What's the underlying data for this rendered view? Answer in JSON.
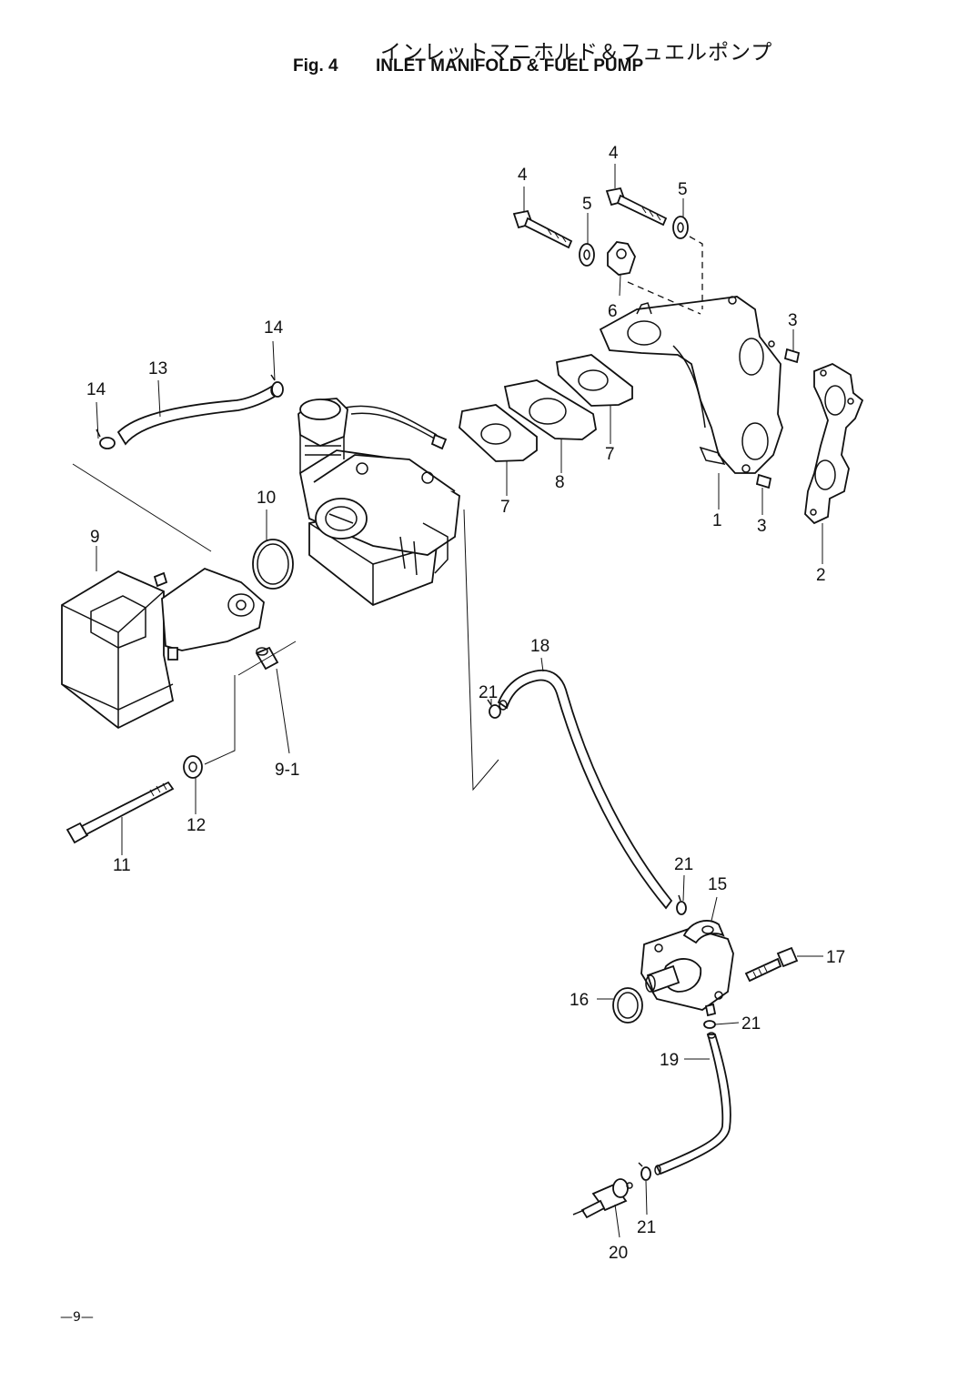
{
  "header": {
    "title_jp": "インレットマニホルド＆フュエルポンプ",
    "fig_label": "Fig. 4",
    "title_en": "INLET MANIFOLD & FUEL PUMP"
  },
  "callouts": {
    "c1": "1",
    "c2": "2",
    "c3a": "3",
    "c3b": "3",
    "c4a": "4",
    "c4b": "4",
    "c5a": "5",
    "c5b": "5",
    "c6": "6",
    "c7a": "7",
    "c7b": "7",
    "c8": "8",
    "c9": "9",
    "c9_1": "9-1",
    "c10": "10",
    "c11": "11",
    "c12": "12",
    "c13": "13",
    "c14a": "14",
    "c14b": "14",
    "c15": "15",
    "c16": "16",
    "c17": "17",
    "c18": "18",
    "c19": "19",
    "c20": "20",
    "c21a": "21",
    "c21b": "21",
    "c21c": "21",
    "c21d": "21"
  },
  "footer": {
    "page": "—9—"
  }
}
